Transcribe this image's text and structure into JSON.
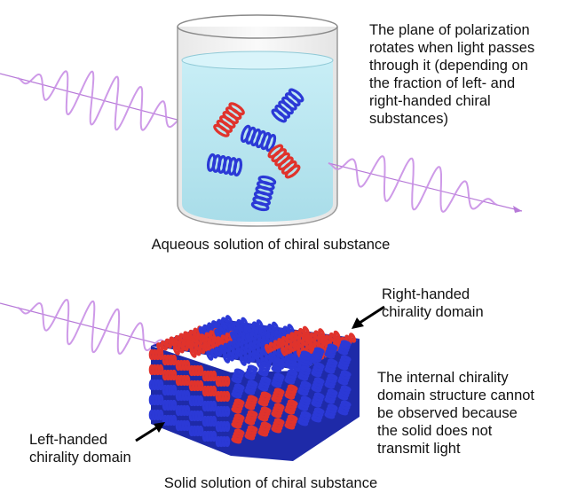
{
  "captions": {
    "top": "Aqueous solution of chiral substance",
    "bottom": "Solid solution of chiral substance"
  },
  "annotations": {
    "top_description": "The plane of polarization\nrotates when light passes\nthrough it (depending on\nthe fraction of left- and\nright-handed chiral\nsubstances)",
    "right_handed_domain": "Right-handed\nchirality domain",
    "internal_structure": "The internal chirality\ndomain structure cannot\nbe observed because\nthe solid does not\ntransmit light",
    "left_handed_domain": "Left-handed\nchirality domain"
  },
  "colors": {
    "right_handed": "#e0332c",
    "left_handed": "#2b39d6",
    "light_wave": "#c98fe6",
    "water": "#bfeaf2"
  }
}
